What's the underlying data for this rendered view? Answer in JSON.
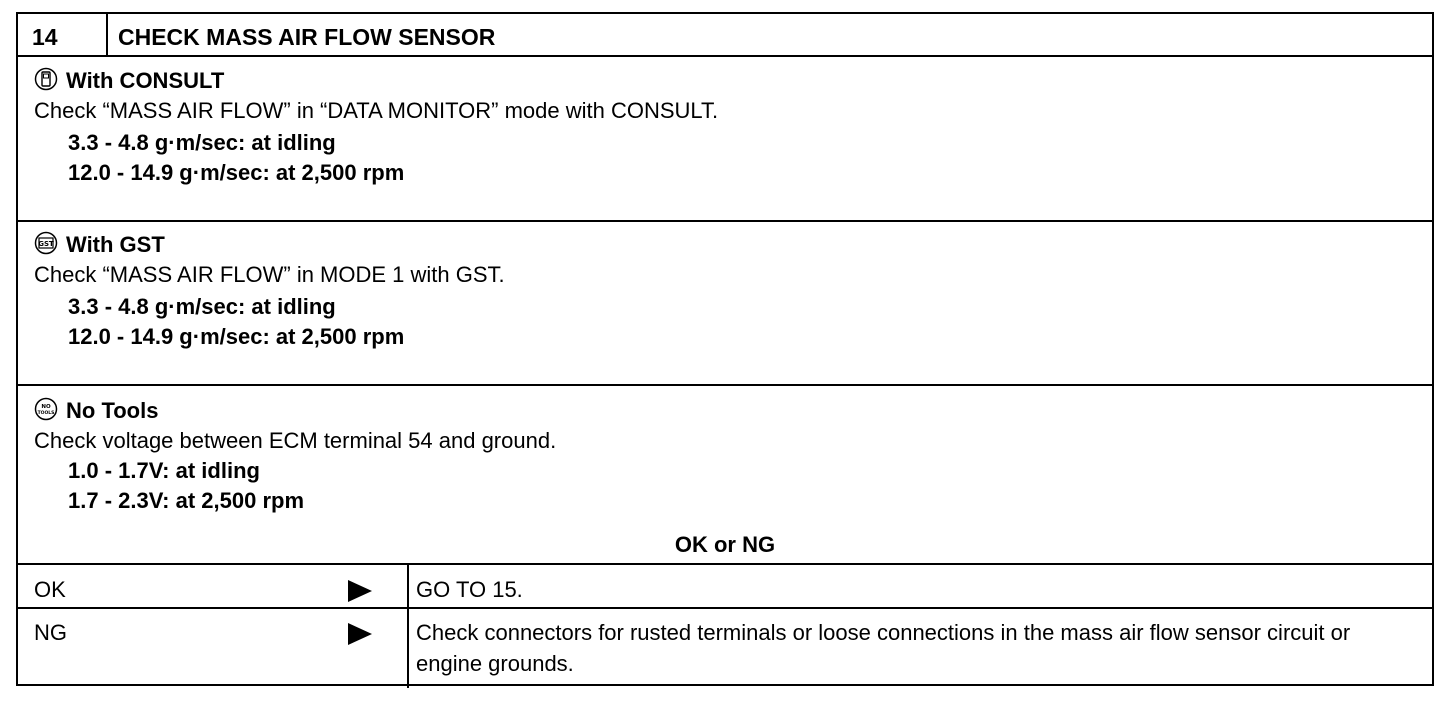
{
  "step": {
    "number": "14",
    "title": "CHECK MASS AIR FLOW SENSOR"
  },
  "consult": {
    "icon": "consult-tool-icon",
    "heading": "With CONSULT",
    "instruction": "Check “MASS AIR FLOW” in “DATA MONITOR” mode with CONSULT.",
    "spec1": "3.3 - 4.8 g·m/sec: at idling",
    "spec2": "12.0 - 14.9 g·m/sec: at 2,500 rpm"
  },
  "gst": {
    "icon": "gst-tool-icon",
    "heading": "With GST",
    "instruction": "Check “MASS AIR FLOW” in MODE 1 with GST.",
    "spec1": "3.3 - 4.8 g·m/sec: at idling",
    "spec2": "12.0 - 14.9 g·m/sec: at 2,500 rpm"
  },
  "notools": {
    "icon": "no-tools-icon",
    "heading": "No Tools",
    "instruction": "Check voltage between ECM terminal 54 and ground.",
    "spec1": "1.0 - 1.7V: at idling",
    "spec2": "1.7 - 2.3V: at 2,500 rpm"
  },
  "result_prompt": "OK or NG",
  "results": [
    {
      "label": "OK",
      "action": "GO TO 15."
    },
    {
      "label": "NG",
      "action": "Check connectors for rusted terminals or loose connections in the mass air flow sensor circuit or engine grounds."
    }
  ]
}
